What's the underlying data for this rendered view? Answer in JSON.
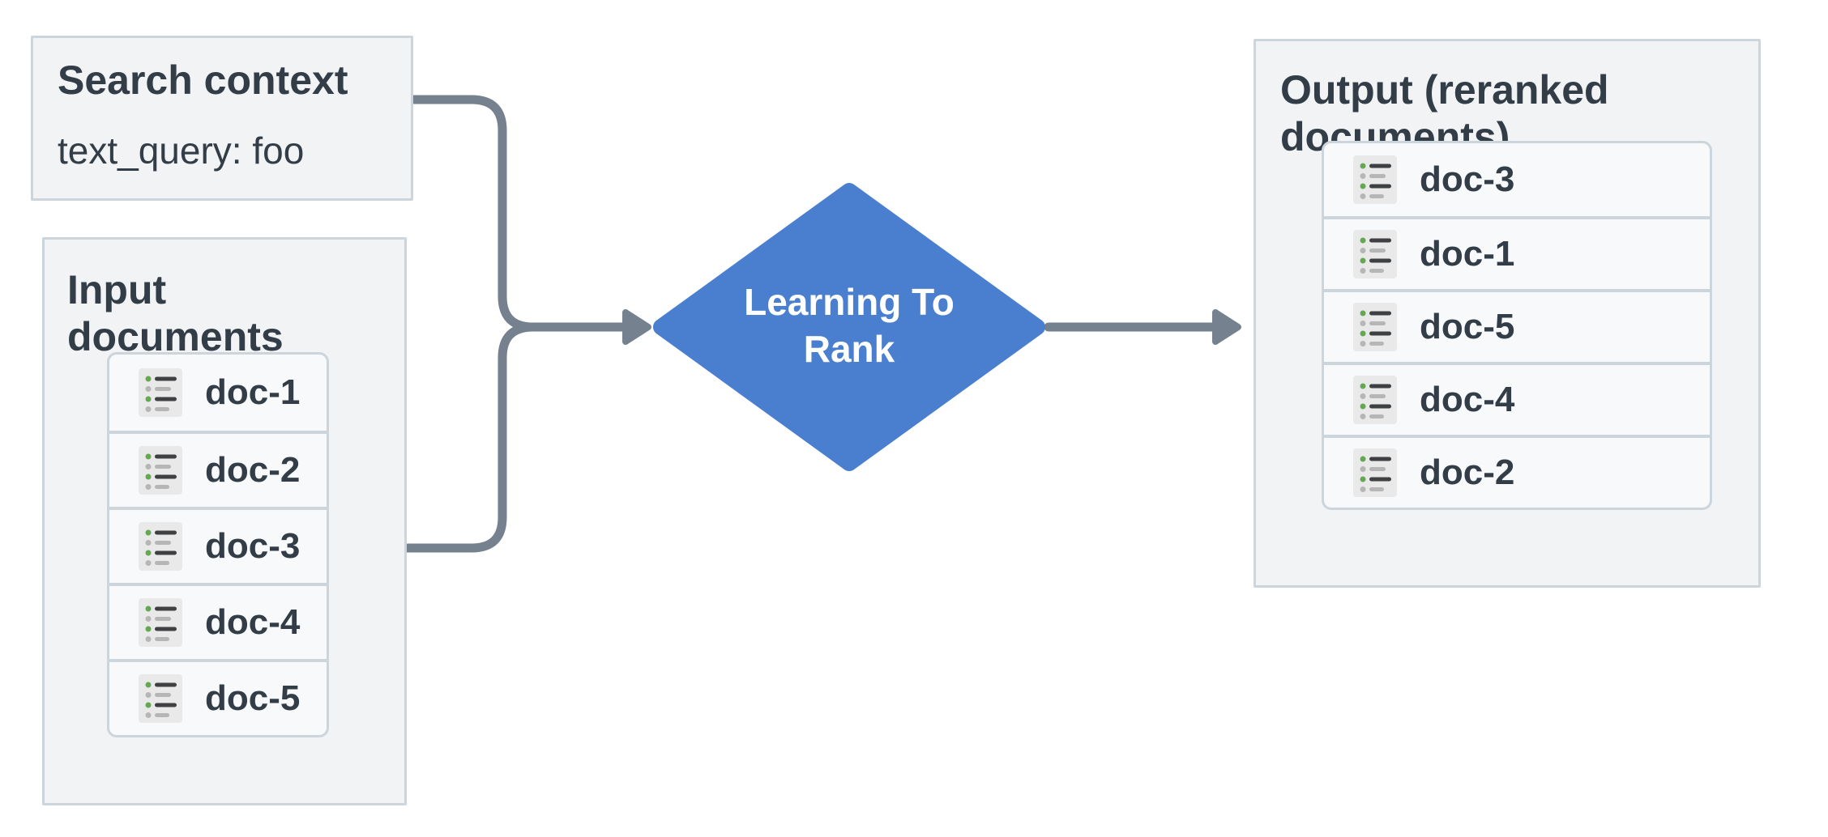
{
  "colors": {
    "box_border": "#ccd5dc",
    "box_fill": "#f1f3f5",
    "cell_fill": "#f7f9fa",
    "text": "#333d47",
    "diamond": "#4a7fd0",
    "arrow": "#76818f",
    "icon_bg": "#e9e9e9",
    "icon_green": "#64a952",
    "icon_gray": "#b6b6b6",
    "icon_dark": "#3f4042"
  },
  "icons": {
    "doc": "bulleted-list-icon"
  },
  "search_context": {
    "title": "Search context",
    "query": "text_query: foo"
  },
  "input_documents": {
    "title": "Input documents",
    "docs": [
      "doc-1",
      "doc-2",
      "doc-3",
      "doc-4",
      "doc-5"
    ]
  },
  "ranker": {
    "line1": "Learning To",
    "line2": "Rank"
  },
  "output": {
    "title": "Output (reranked documents)",
    "docs": [
      "doc-3",
      "doc-1",
      "doc-5",
      "doc-4",
      "doc-2"
    ]
  }
}
